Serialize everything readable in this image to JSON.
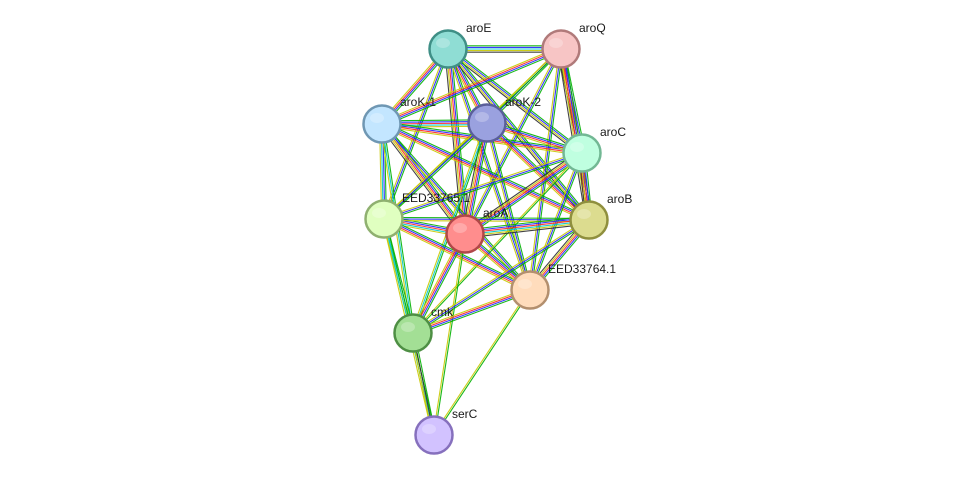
{
  "network": {
    "edge_colors": [
      "#00b000",
      "#2222ff",
      "#ff2222",
      "#00c8c8",
      "#c8c800",
      "#303030"
    ],
    "nodes": [
      {
        "id": "aroE",
        "label": "aroE",
        "fill": "#8fddd4",
        "stroke": "#3f8f86"
      },
      {
        "id": "aroQ",
        "label": "aroQ",
        "fill": "#f7c5c5",
        "stroke": "#b07a7a"
      },
      {
        "id": "aroK-1",
        "label": "aroK-1",
        "fill": "#c3e6ff",
        "stroke": "#6f97b3"
      },
      {
        "id": "aroK-2",
        "label": "aroK-2",
        "fill": "#9aa1df",
        "stroke": "#5a5f9a"
      },
      {
        "id": "aroC",
        "label": "aroC",
        "fill": "#bfffe0",
        "stroke": "#72b894"
      },
      {
        "id": "EED33765",
        "label": "EED33765.1",
        "fill": "#e0ffc0",
        "stroke": "#8fb070"
      },
      {
        "id": "aroA",
        "label": "aroA",
        "fill": "#ff8d8d",
        "stroke": "#b04848"
      },
      {
        "id": "aroB",
        "label": "aroB",
        "fill": "#dcdc8f",
        "stroke": "#8f8f3e"
      },
      {
        "id": "EED33764",
        "label": "EED33764.1",
        "fill": "#ffdcbc",
        "stroke": "#b38f6e"
      },
      {
        "id": "cmk",
        "label": "cmk",
        "fill": "#a3df95",
        "stroke": "#4e8f44"
      },
      {
        "id": "serC",
        "label": "serC",
        "fill": "#d2c2ff",
        "stroke": "#8670bd"
      }
    ],
    "edges": [
      {
        "source": "aroE",
        "target": "aroQ",
        "colors": [
          "#00b000",
          "#2222ff",
          "#00c8c8",
          "#c8c800",
          "#303030"
        ]
      },
      {
        "source": "aroE",
        "target": "aroK-1",
        "colors": [
          "#00b000",
          "#2222ff",
          "#ff2222",
          "#c8c800"
        ]
      },
      {
        "source": "aroE",
        "target": "aroK-2",
        "colors": [
          "#00b000",
          "#2222ff",
          "#ff2222",
          "#c8c800"
        ]
      },
      {
        "source": "aroE",
        "target": "aroC",
        "colors": [
          "#00b000",
          "#2222ff",
          "#c8c800",
          "#303030"
        ]
      },
      {
        "source": "aroE",
        "target": "EED33765",
        "colors": [
          "#00b000",
          "#2222ff",
          "#c8c800"
        ]
      },
      {
        "source": "aroE",
        "target": "aroA",
        "colors": [
          "#00b000",
          "#2222ff",
          "#ff2222",
          "#c8c800",
          "#303030"
        ]
      },
      {
        "source": "aroE",
        "target": "aroB",
        "colors": [
          "#00b000",
          "#2222ff",
          "#c8c800",
          "#303030"
        ]
      },
      {
        "source": "aroE",
        "target": "EED33764",
        "colors": [
          "#00b000",
          "#2222ff",
          "#c8c800"
        ]
      },
      {
        "source": "aroQ",
        "target": "aroK-1",
        "colors": [
          "#00b000",
          "#2222ff",
          "#ff2222",
          "#c8c800"
        ]
      },
      {
        "source": "aroQ",
        "target": "aroK-2",
        "colors": [
          "#00b000",
          "#2222ff",
          "#c8c800"
        ]
      },
      {
        "source": "aroQ",
        "target": "aroC",
        "colors": [
          "#00b000",
          "#2222ff",
          "#ff2222",
          "#c8c800",
          "#303030"
        ]
      },
      {
        "source": "aroQ",
        "target": "EED33765",
        "colors": [
          "#00b000",
          "#c8c800"
        ]
      },
      {
        "source": "aroQ",
        "target": "aroA",
        "colors": [
          "#00b000",
          "#2222ff",
          "#c8c800"
        ]
      },
      {
        "source": "aroQ",
        "target": "aroB",
        "colors": [
          "#00b000",
          "#2222ff",
          "#ff2222",
          "#c8c800",
          "#303030"
        ]
      },
      {
        "source": "aroQ",
        "target": "EED33764",
        "colors": [
          "#00b000",
          "#2222ff",
          "#c8c800"
        ]
      },
      {
        "source": "aroK-1",
        "target": "aroK-2",
        "colors": [
          "#00b000",
          "#2222ff",
          "#ff2222",
          "#00c8c8",
          "#c8c800"
        ]
      },
      {
        "source": "aroK-1",
        "target": "aroC",
        "colors": [
          "#00b000",
          "#2222ff",
          "#ff2222",
          "#c8c800"
        ]
      },
      {
        "source": "aroK-1",
        "target": "EED33765",
        "colors": [
          "#00b000",
          "#2222ff",
          "#00c8c8",
          "#c8c800"
        ]
      },
      {
        "source": "aroK-1",
        "target": "aroA",
        "colors": [
          "#00b000",
          "#2222ff",
          "#ff2222",
          "#c8c800",
          "#303030"
        ]
      },
      {
        "source": "aroK-1",
        "target": "aroB",
        "colors": [
          "#00b000",
          "#2222ff",
          "#ff2222",
          "#c8c800"
        ]
      },
      {
        "source": "aroK-1",
        "target": "EED33764",
        "colors": [
          "#00b000",
          "#2222ff",
          "#c8c800"
        ]
      },
      {
        "source": "aroK-1",
        "target": "cmk",
        "colors": [
          "#00b000",
          "#00c8c8",
          "#c8c800"
        ]
      },
      {
        "source": "aroK-2",
        "target": "aroC",
        "colors": [
          "#00b000",
          "#2222ff",
          "#ff2222",
          "#c8c800"
        ]
      },
      {
        "source": "aroK-2",
        "target": "EED33765",
        "colors": [
          "#00b000",
          "#2222ff",
          "#c8c800"
        ]
      },
      {
        "source": "aroK-2",
        "target": "aroA",
        "colors": [
          "#00b000",
          "#2222ff",
          "#ff2222",
          "#c8c800",
          "#303030"
        ]
      },
      {
        "source": "aroK-2",
        "target": "aroB",
        "colors": [
          "#00b000",
          "#2222ff",
          "#ff2222",
          "#c8c800"
        ]
      },
      {
        "source": "aroK-2",
        "target": "EED33764",
        "colors": [
          "#00b000",
          "#2222ff",
          "#c8c800"
        ]
      },
      {
        "source": "aroK-2",
        "target": "cmk",
        "colors": [
          "#00b000",
          "#00c8c8",
          "#c8c800"
        ]
      },
      {
        "source": "aroC",
        "target": "EED33765",
        "colors": [
          "#00b000",
          "#2222ff",
          "#c8c800"
        ]
      },
      {
        "source": "aroC",
        "target": "aroA",
        "colors": [
          "#00b000",
          "#2222ff",
          "#ff2222",
          "#c8c800",
          "#303030"
        ]
      },
      {
        "source": "aroC",
        "target": "aroB",
        "colors": [
          "#00b000",
          "#2222ff",
          "#ff2222",
          "#c8c800",
          "#303030"
        ]
      },
      {
        "source": "aroC",
        "target": "EED33764",
        "colors": [
          "#00b000",
          "#2222ff",
          "#c8c800"
        ]
      },
      {
        "source": "aroC",
        "target": "cmk",
        "colors": [
          "#00b000",
          "#c8c800"
        ]
      },
      {
        "source": "EED33765",
        "target": "aroA",
        "colors": [
          "#00b000",
          "#2222ff",
          "#ff2222",
          "#00c8c8",
          "#c8c800"
        ]
      },
      {
        "source": "EED33765",
        "target": "aroB",
        "colors": [
          "#00b000",
          "#2222ff",
          "#c8c800"
        ]
      },
      {
        "source": "EED33765",
        "target": "EED33764",
        "colors": [
          "#00b000",
          "#2222ff",
          "#ff2222",
          "#c8c800"
        ]
      },
      {
        "source": "EED33765",
        "target": "cmk",
        "colors": [
          "#00b000",
          "#00c8c8",
          "#c8c800"
        ]
      },
      {
        "source": "EED33765",
        "target": "serC",
        "colors": [
          "#00b000",
          "#00c8c8",
          "#c8c800"
        ]
      },
      {
        "source": "aroA",
        "target": "aroB",
        "colors": [
          "#00b000",
          "#2222ff",
          "#ff2222",
          "#00c8c8",
          "#c8c800",
          "#303030"
        ]
      },
      {
        "source": "aroA",
        "target": "EED33764",
        "colors": [
          "#00b000",
          "#2222ff",
          "#ff2222",
          "#c8c800"
        ]
      },
      {
        "source": "aroA",
        "target": "cmk",
        "colors": [
          "#00b000",
          "#2222ff",
          "#ff2222",
          "#c8c800"
        ]
      },
      {
        "source": "aroA",
        "target": "serC",
        "colors": [
          "#00b000",
          "#c8c800"
        ]
      },
      {
        "source": "aroB",
        "target": "EED33764",
        "colors": [
          "#00b000",
          "#2222ff",
          "#ff2222",
          "#c8c800",
          "#303030"
        ]
      },
      {
        "source": "aroB",
        "target": "cmk",
        "colors": [
          "#00b000",
          "#2222ff",
          "#c8c800"
        ]
      },
      {
        "source": "EED33764",
        "target": "cmk",
        "colors": [
          "#00b000",
          "#2222ff",
          "#ff2222",
          "#c8c800"
        ]
      },
      {
        "source": "EED33764",
        "target": "serC",
        "colors": [
          "#00b000",
          "#c8c800"
        ]
      },
      {
        "source": "cmk",
        "target": "serC",
        "colors": [
          "#00b000",
          "#303030",
          "#c8c800"
        ]
      }
    ]
  }
}
